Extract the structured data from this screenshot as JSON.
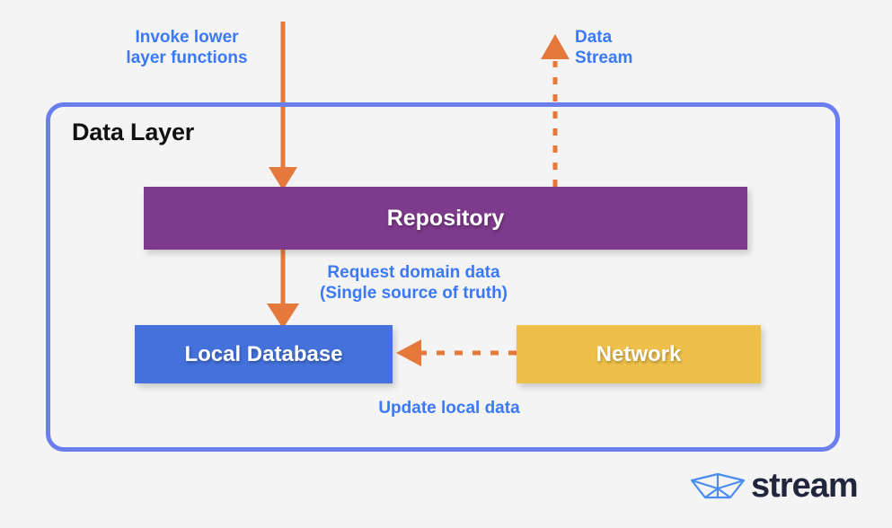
{
  "diagram": {
    "layer": {
      "title": "Data Layer",
      "border_color": "#6b7ef0"
    },
    "blocks": [
      {
        "id": "repository",
        "label": "Repository",
        "color": "#7e3a8c"
      },
      {
        "id": "local-database",
        "label": "Local Database",
        "color": "#4471db"
      },
      {
        "id": "network",
        "label": "Network",
        "color": "#eec04a"
      }
    ],
    "annotations": {
      "invoke": "Invoke lower\nlayer functions",
      "data_stream": "Data\nStream",
      "request": "Request domain data\n(Single source of truth)",
      "update": "Update local data",
      "color": "#3b79f6"
    },
    "connectors": [
      {
        "id": "invoke-arrow",
        "style": "solid",
        "direction": "down",
        "from": "top",
        "to": "repository",
        "color": "#e5793c"
      },
      {
        "id": "data-stream-arrow",
        "style": "dashed",
        "direction": "up",
        "from": "repository",
        "to": "top",
        "color": "#e5793c"
      },
      {
        "id": "request-arrow",
        "style": "solid",
        "direction": "down",
        "from": "repository",
        "to": "local-database",
        "color": "#e5793c"
      },
      {
        "id": "update-arrow",
        "style": "dashed",
        "direction": "left",
        "from": "network",
        "to": "local-database",
        "color": "#e5793c"
      }
    ]
  },
  "logo": {
    "wordmark": "stream",
    "mark_name": "paper-boat-icon",
    "mark_color": "#4a8cf0",
    "word_color": "#21263c"
  }
}
